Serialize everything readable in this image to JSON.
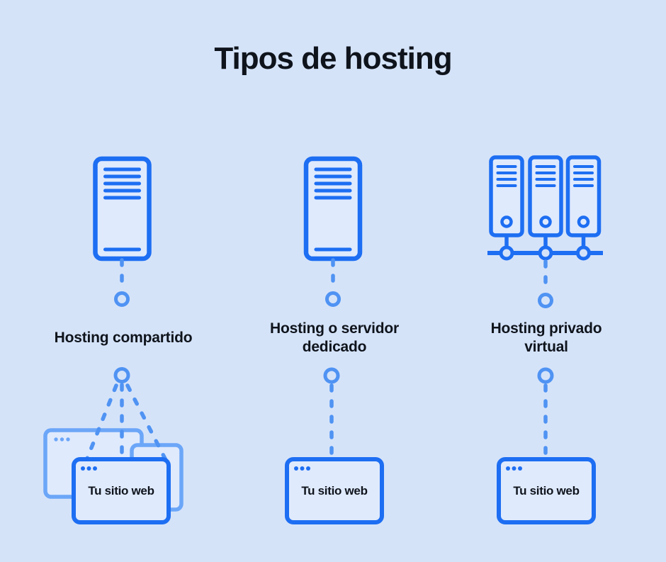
{
  "title": "Tipos de hosting",
  "colors": {
    "background": "#d5e3f9",
    "primary_blue": "#1d6ef2",
    "light_blue": "#4f93f3",
    "soft_blue": "#6ba6f8",
    "panel_fill": "#dfeafd",
    "text": "#0f141c"
  },
  "columns": [
    {
      "label": "Hosting compartido",
      "icon": "single-server-tower-icon",
      "connection": "one-server-to-many-sites",
      "site_window": {
        "label": "Tu sitio web"
      }
    },
    {
      "label": "Hosting o servidor dedicado",
      "icon": "single-server-tower-icon",
      "connection": "one-server-to-one-site",
      "site_window": {
        "label": "Tu sitio web"
      }
    },
    {
      "label": "Hosting privado virtual",
      "icon": "three-server-cluster-icon",
      "connection": "cluster-to-one-site",
      "site_window": {
        "label": "Tu sitio web"
      }
    }
  ]
}
